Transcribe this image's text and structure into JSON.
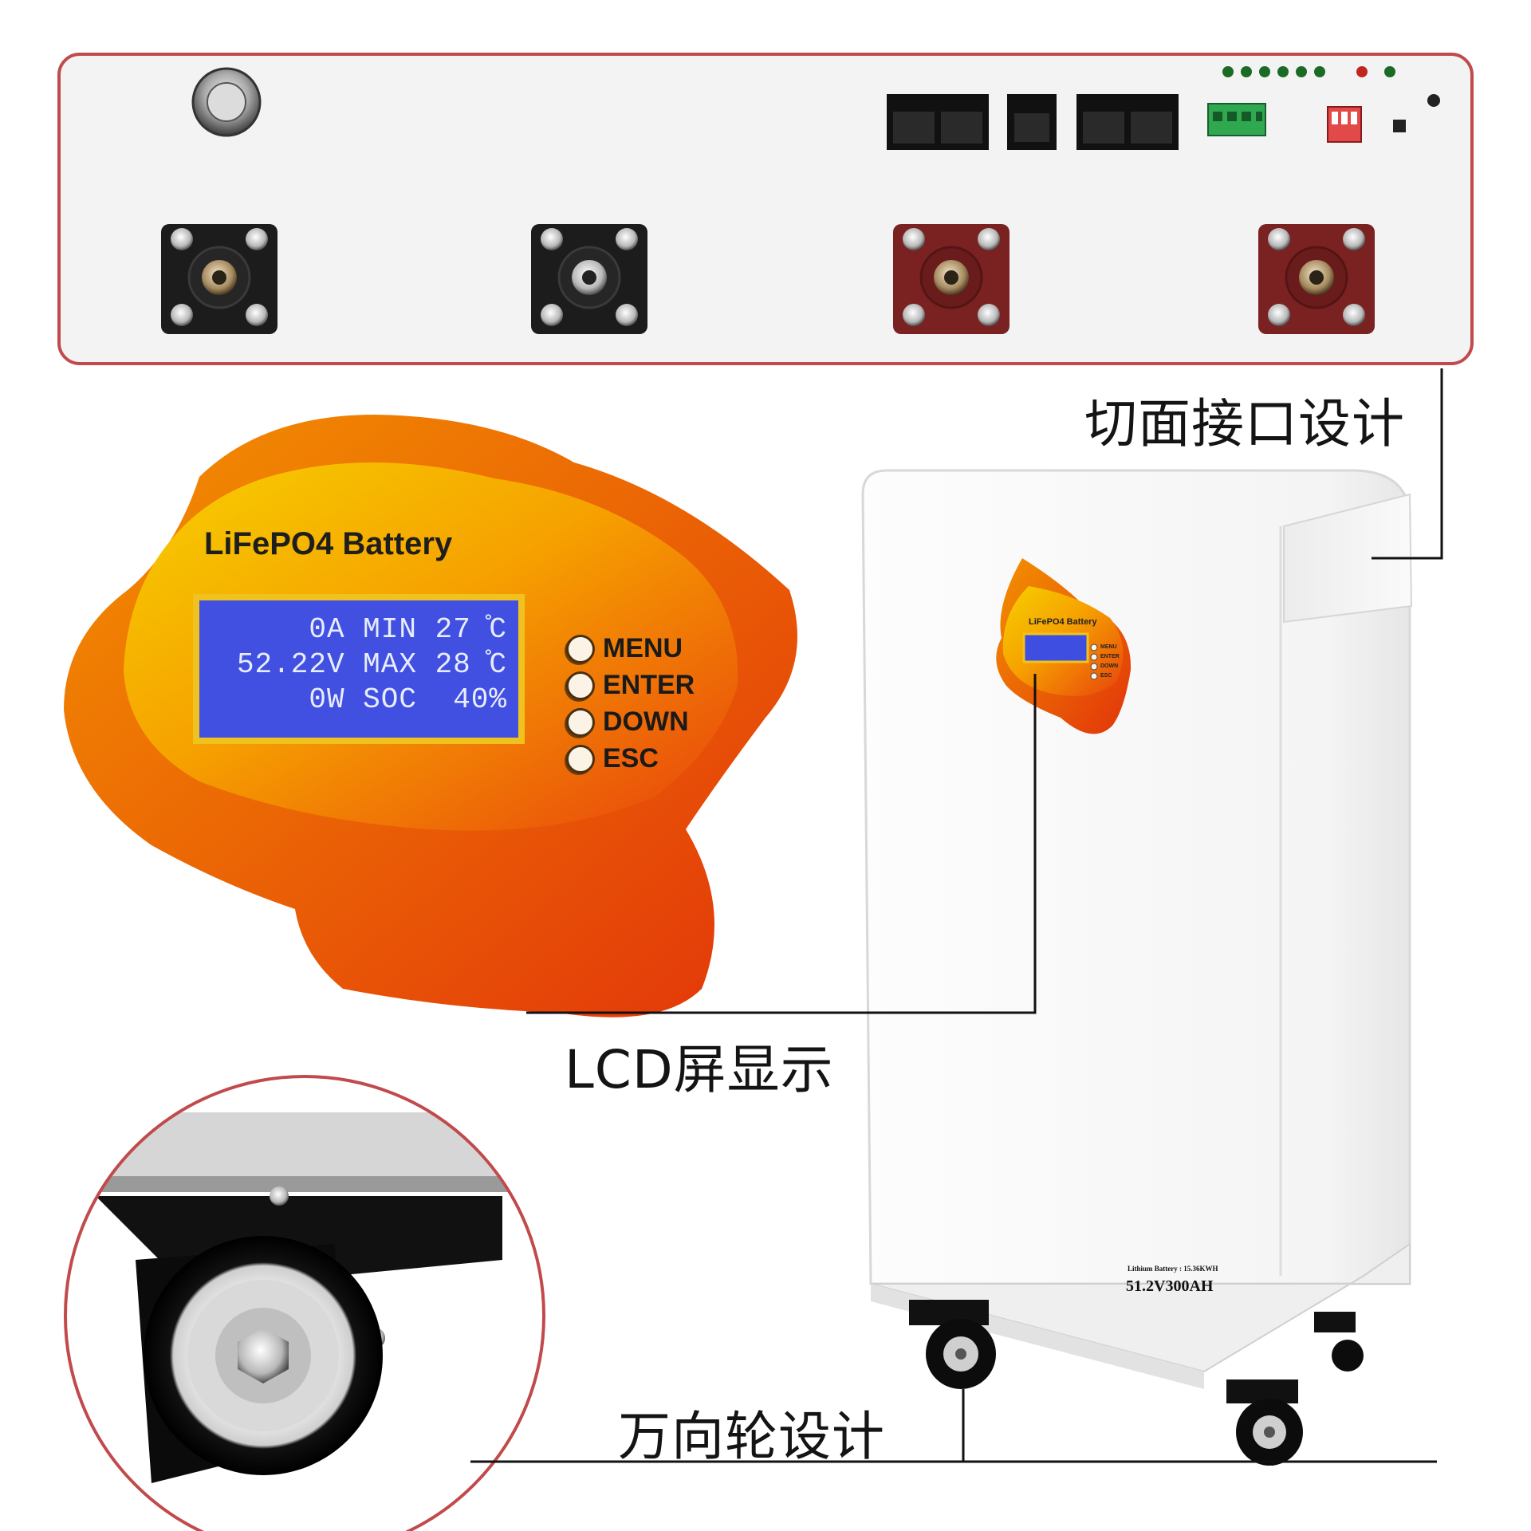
{
  "captions": {
    "interface": "切面接口设计",
    "lcd": "LCD屏显示",
    "wheel": "万向轮设计"
  },
  "lcd_panel": {
    "title": "LiFePO4 Battery",
    "lines": [
      "0A MIN 27 ̊C",
      "52.22V MAX 28 ̊C",
      "0W SOC  40%"
    ],
    "buttons": [
      "MENU",
      "ENTER",
      "DOWN",
      "ESC"
    ]
  },
  "mini_panel": {
    "title": "LiFePO4 Battery",
    "buttons": [
      "MENU",
      "ENTER",
      "DOWN",
      "ESC"
    ]
  },
  "cabinet": {
    "spec_small": "Lithium Battery : 15.36KWH",
    "spec_large": "51.2V300AH"
  },
  "colors": {
    "frame_red": "#c04a4c",
    "lcd_blue": "#4150e0",
    "badge_orange": "#f39200",
    "badge_red": "#e8420c",
    "badge_yellow": "#f6b800",
    "terminal_negative": "#1c1c1c",
    "terminal_positive": "#7a2222"
  }
}
